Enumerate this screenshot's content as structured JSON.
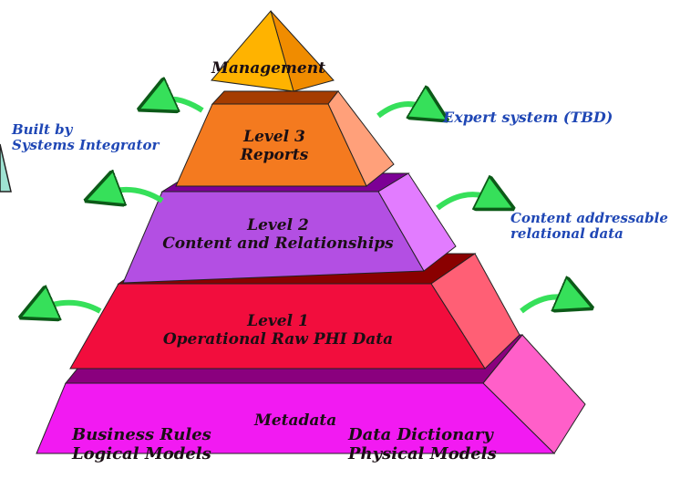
{
  "apex_label": "Management",
  "level3": {
    "line1": "Level 3",
    "line2": "Reports"
  },
  "level2": {
    "line1": "Level 2",
    "line2": "Content and Relationships"
  },
  "level1": {
    "line1": "Level 1",
    "line2": "Operational Raw PHI Data"
  },
  "base": {
    "title": "Metadata",
    "left_line1": "Business Rules",
    "left_line2": "Logical Models",
    "right_line1": "Data Dictionary",
    "right_line2": "Physical Models"
  },
  "left_note": {
    "line1": "Built by",
    "line2": "Systems Integrator"
  },
  "right_notes": {
    "expert": "Expert system (TBD)",
    "content_line1": "Content addressable",
    "content_line2": "relational data"
  },
  "colors": {
    "apex": "#FFB300",
    "level3": "#F47A1F",
    "level2": "#B34FE3",
    "level1": "#F20D3D",
    "base": "#F21AF2",
    "arrow": "#36E05A",
    "note_text": "#1f47b5"
  },
  "icons": [
    "curved-arrow-left-icon",
    "curved-arrow-right-icon",
    "partial-triangle-icon"
  ]
}
